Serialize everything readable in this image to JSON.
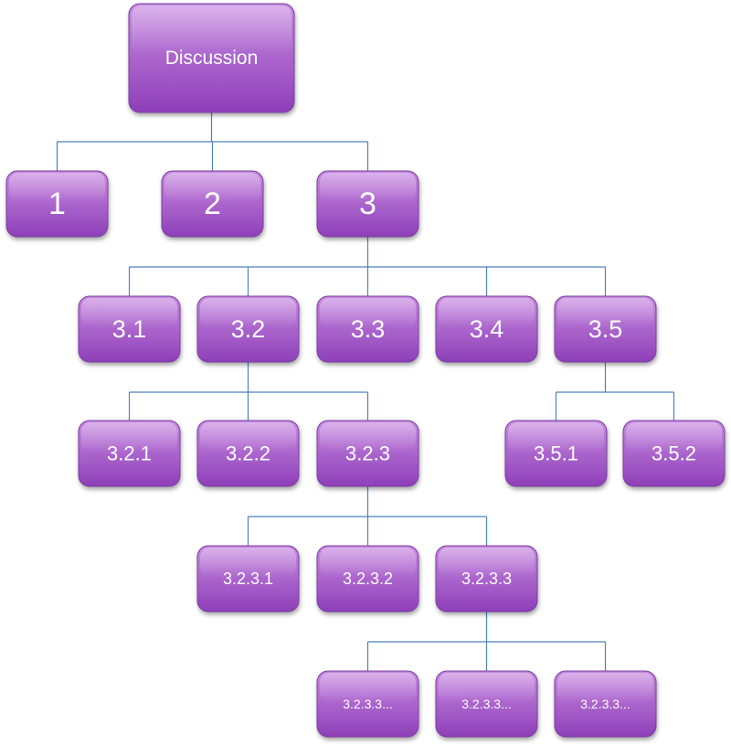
{
  "diagram": {
    "colors": {
      "box_top": "#c78ae0",
      "box_bottom": "#8e3fb8",
      "connector": "#4f81bd"
    },
    "nodes": [
      {
        "id": "discussion",
        "label": "Discussion",
        "parent": null
      },
      {
        "id": "n1",
        "label": "1",
        "parent": "discussion"
      },
      {
        "id": "n2",
        "label": "2",
        "parent": "discussion"
      },
      {
        "id": "n3",
        "label": "3",
        "parent": "discussion"
      },
      {
        "id": "n3_1",
        "label": "3.1",
        "parent": "n3"
      },
      {
        "id": "n3_2",
        "label": "3.2",
        "parent": "n3"
      },
      {
        "id": "n3_3",
        "label": "3.3",
        "parent": "n3"
      },
      {
        "id": "n3_4",
        "label": "3.4",
        "parent": "n3"
      },
      {
        "id": "n3_5",
        "label": "3.5",
        "parent": "n3"
      },
      {
        "id": "n3_2_1",
        "label": "3.2.1",
        "parent": "n3_2"
      },
      {
        "id": "n3_2_2",
        "label": "3.2.2",
        "parent": "n3_2"
      },
      {
        "id": "n3_2_3",
        "label": "3.2.3",
        "parent": "n3_2"
      },
      {
        "id": "n3_5_1",
        "label": "3.5.1",
        "parent": "n3_5"
      },
      {
        "id": "n3_5_2",
        "label": "3.5.2",
        "parent": "n3_5"
      },
      {
        "id": "n3_2_3_1",
        "label": "3.2.3.1",
        "parent": "n3_2_3"
      },
      {
        "id": "n3_2_3_2",
        "label": "3.2.3.2",
        "parent": "n3_2_3"
      },
      {
        "id": "n3_2_3_3",
        "label": "3.2.3.3",
        "parent": "n3_2_3"
      },
      {
        "id": "n3_2_3_3_a",
        "label": "3.2.3.3...",
        "parent": "n3_2_3_3"
      },
      {
        "id": "n3_2_3_3_b",
        "label": "3.2.3.3...",
        "parent": "n3_2_3_3"
      },
      {
        "id": "n3_2_3_3_c",
        "label": "3.2.3.3...",
        "parent": "n3_2_3_3"
      }
    ]
  }
}
